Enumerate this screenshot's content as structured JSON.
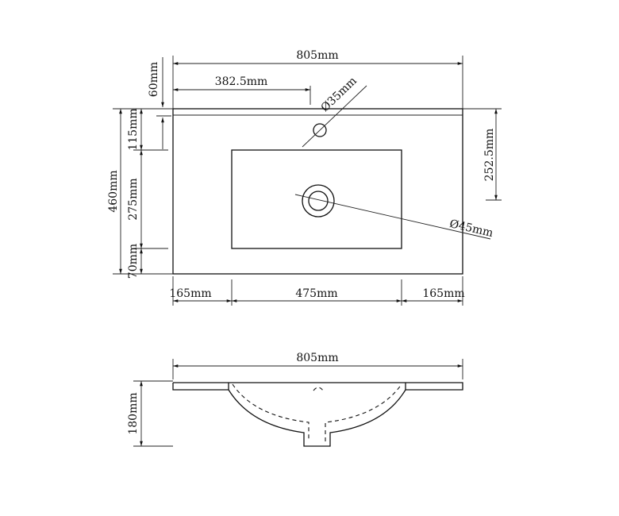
{
  "top_view": {
    "overall_width": "805mm",
    "tap_offset": "382.5mm",
    "edge_depth": "60mm",
    "tap_hole_dia": "Ø35mm",
    "waste_hole_dia": "Ø45mm",
    "overall_depth": "460mm",
    "rear_margin": "115mm",
    "bowl_depth": "275mm",
    "front_margin": "70mm",
    "waste_offset": "252.5mm",
    "left_margin": "165mm",
    "bowl_width": "475mm",
    "right_margin": "165mm"
  },
  "section_view": {
    "overall_width": "805mm",
    "height": "180mm"
  },
  "colors": {
    "line": "#111111",
    "background": "#ffffff"
  }
}
